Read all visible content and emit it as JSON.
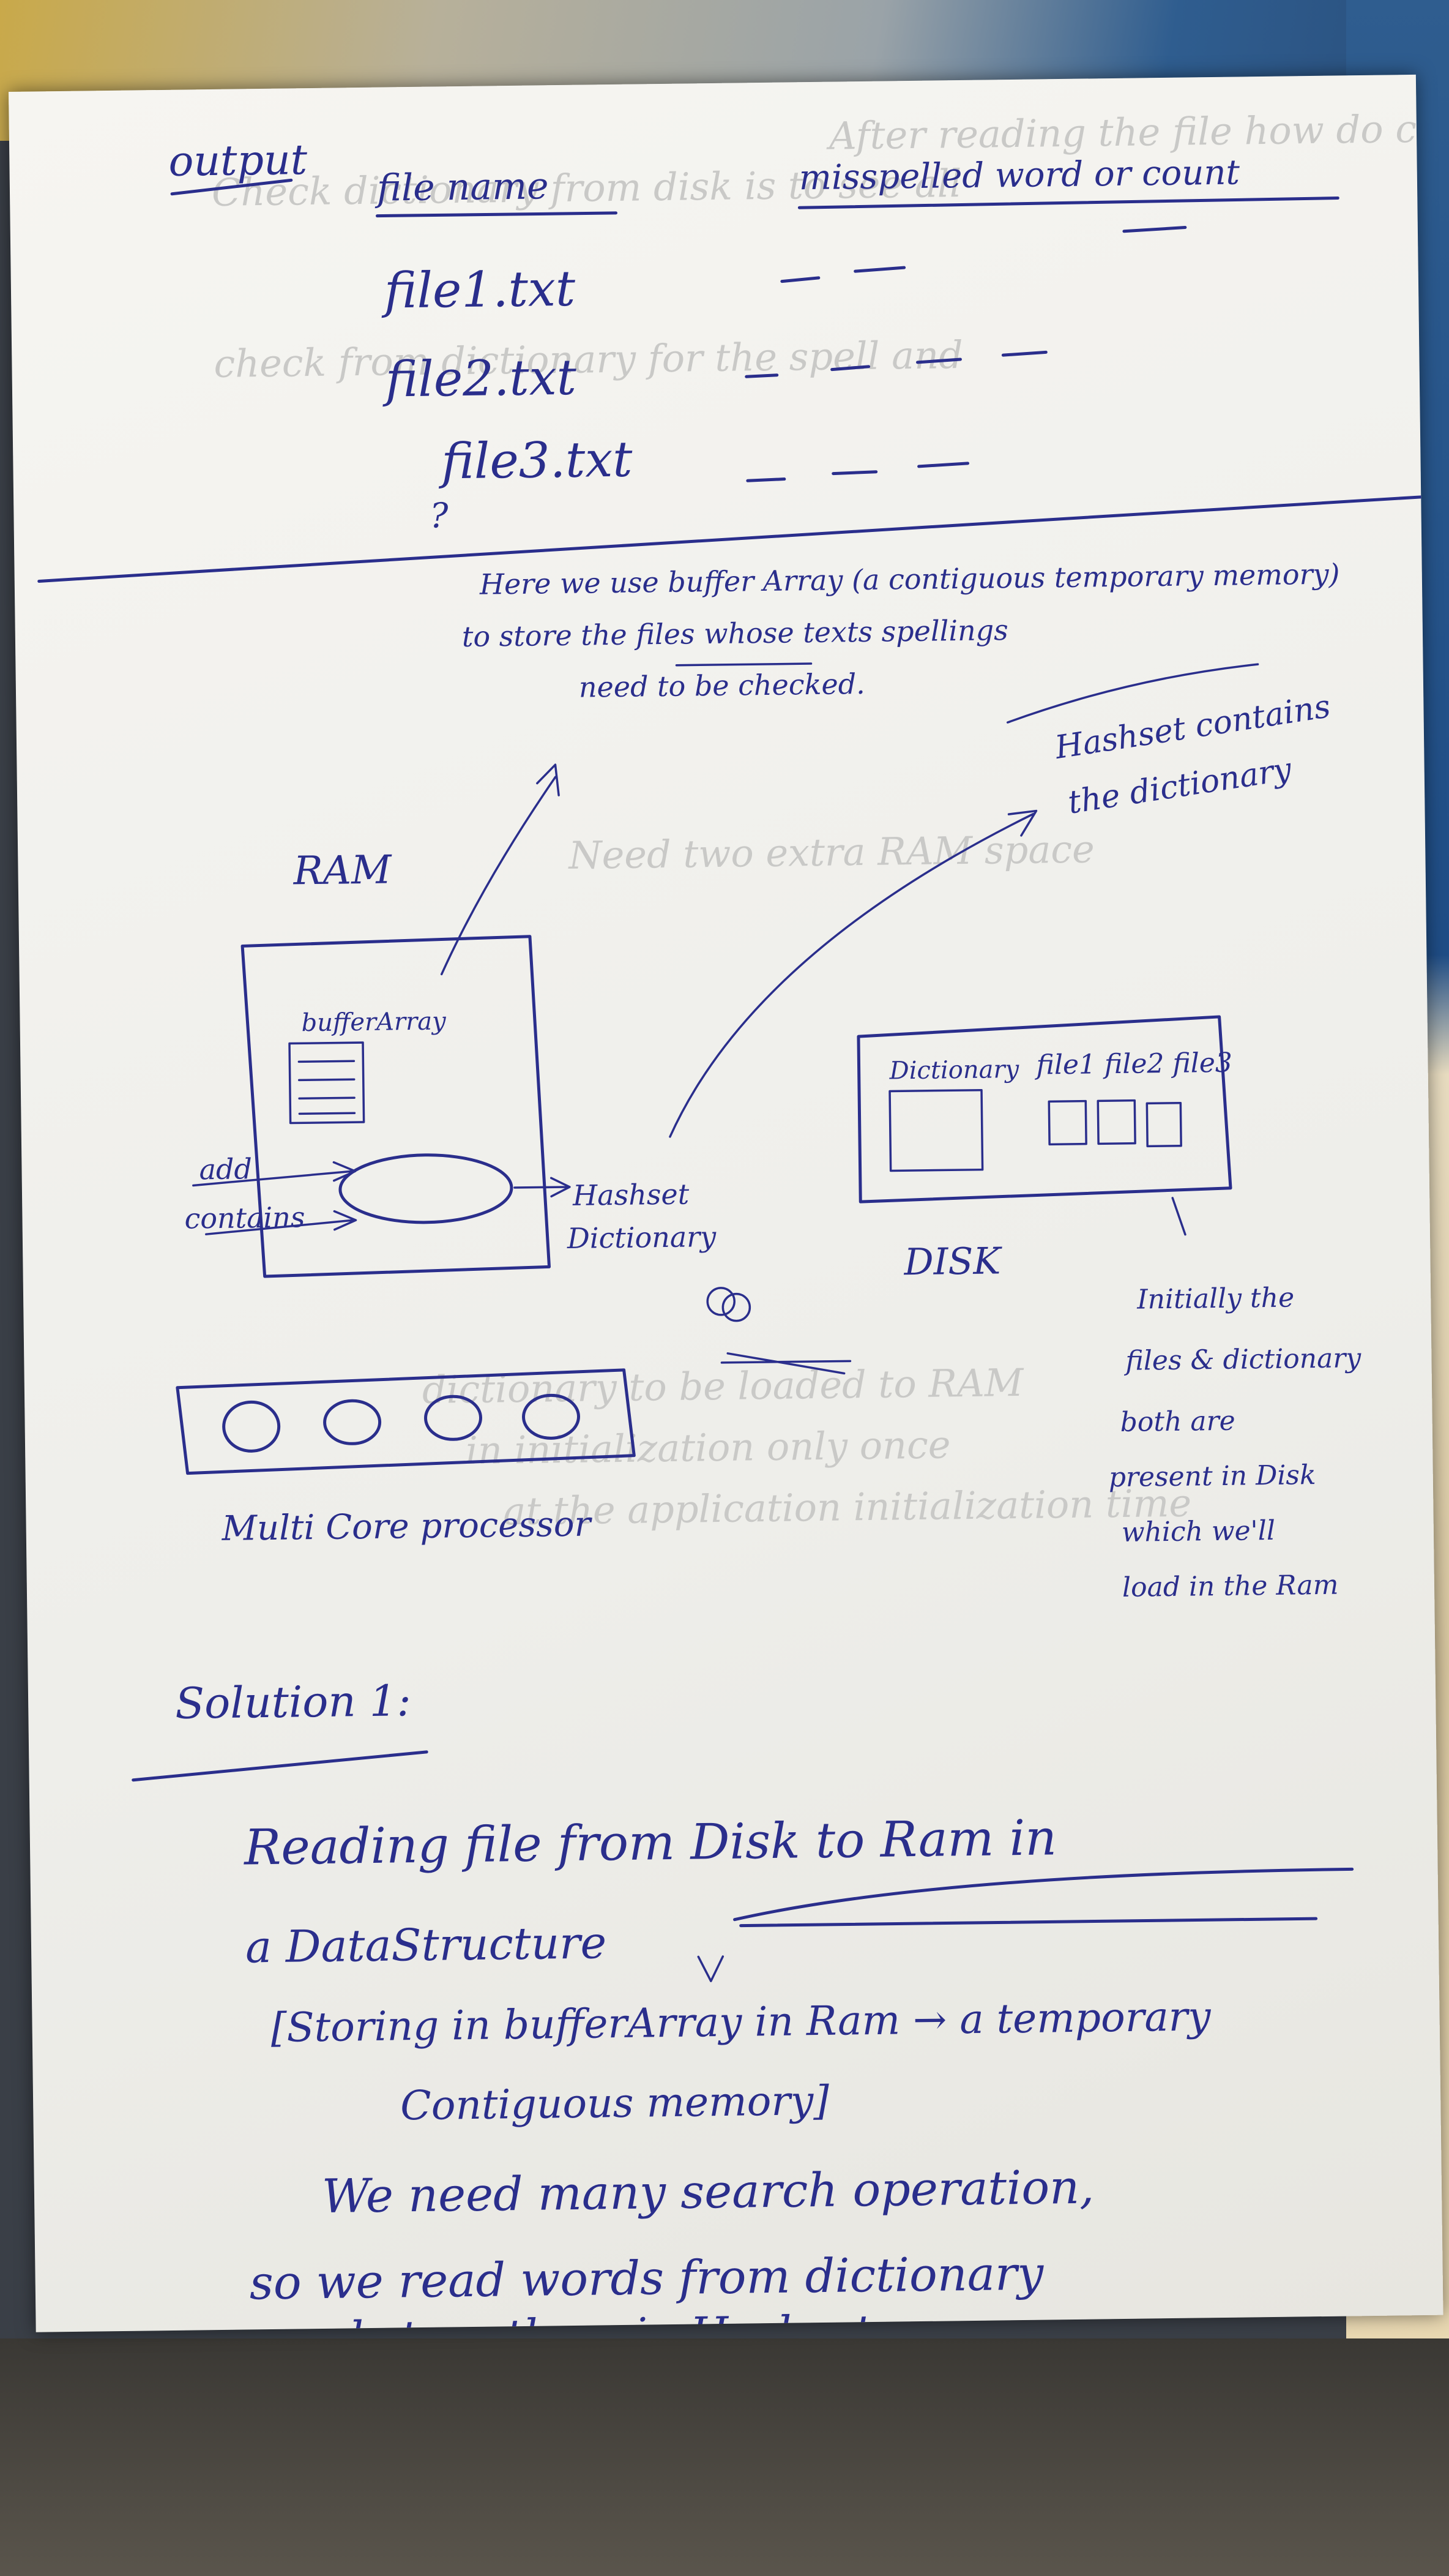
{
  "header": {
    "output": "output",
    "file_name": "file name",
    "misspelled_count": "misspelled word or count"
  },
  "files": [
    "file1.txt",
    "file2.txt",
    "file3.txt"
  ],
  "notes": {
    "buffer_line1": "Here we use buffer Array (a contiguous temporary memory)",
    "buffer_line2": "to store the files whose texts spellings",
    "buffer_line3": "need to be checked.",
    "hashset_line1": "Hashset contains",
    "hashset_line2": "the dictionary"
  },
  "ram_diagram": {
    "ram_label": "RAM",
    "buffer_array_label": "bufferArray",
    "add_label": "add",
    "contains_label": "contains",
    "hashset_label": "Hashset",
    "dictionary_label": "Dictionary",
    "disk_label": "DISK",
    "dictionary_box_label": "Dictionary",
    "file_labels": "file1 file2 file3",
    "processor_label": "Multi Core processor",
    "disk_note": [
      "Initially the",
      "files & dictionary",
      "both are",
      "present in Disk",
      "which we'll",
      "load in the Ram"
    ]
  },
  "solution": {
    "title": "Solution 1:",
    "line1": "Reading file from Disk to Ram in",
    "line2": "a DataStructure",
    "line3": "[Storing in bufferArray in Ram → a temporary",
    "line4": "Contiguous memory]",
    "line5": "We need many search operation,",
    "line6": "so we read words from dictionary",
    "line7": "and store them in Hashset."
  }
}
